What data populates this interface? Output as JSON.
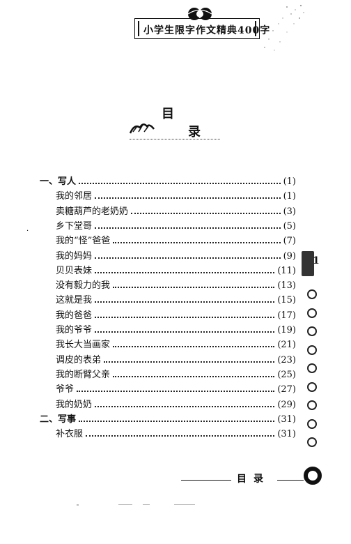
{
  "header": {
    "book_title": "小学生限字作文精典400字"
  },
  "title": {
    "char1": "目",
    "char2": "录"
  },
  "toc": [
    {
      "label": "一、写人",
      "page": "(1)",
      "level": 0
    },
    {
      "label": "我的邻居",
      "page": "(1)",
      "level": 1
    },
    {
      "label": "卖糖葫芦的老奶奶",
      "page": "(3)",
      "level": 1
    },
    {
      "label": "乡下堂哥",
      "page": "(5)",
      "level": 1
    },
    {
      "label": "我的“怪”爸爸",
      "page": "(7)",
      "level": 1
    },
    {
      "label": "我的妈妈",
      "page": "(9)",
      "level": 1
    },
    {
      "label": "贝贝表妹",
      "page": "(11)",
      "level": 1
    },
    {
      "label": "没有毅力的我",
      "page": "(13)",
      "level": 1
    },
    {
      "label": "这就是我",
      "page": "(15)",
      "level": 1
    },
    {
      "label": "我的爸爸",
      "page": "(17)",
      "level": 1
    },
    {
      "label": "我的爷爷",
      "page": "(19)",
      "level": 1
    },
    {
      "label": "我长大当画家",
      "page": "(21)",
      "level": 1
    },
    {
      "label": "调皮的表弟",
      "page": "(23)",
      "level": 1
    },
    {
      "label": "我的断臂父亲",
      "page": "(25)",
      "level": 1
    },
    {
      "label": "爷爷",
      "page": "(27)",
      "level": 1
    },
    {
      "label": "我的奶奶",
      "page": "(29)",
      "level": 1
    },
    {
      "label": "二、写事",
      "page": "(31)",
      "level": 0
    },
    {
      "label": "补衣服",
      "page": "(31)",
      "level": 1
    }
  ],
  "side_tab": {
    "page_number": "1"
  },
  "footer": {
    "text": "目录"
  },
  "colors": {
    "ink": "#111111",
    "paper": "#ffffff"
  }
}
